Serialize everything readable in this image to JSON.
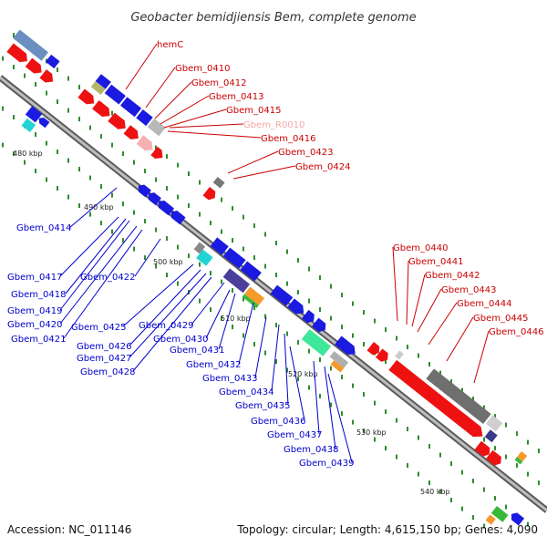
{
  "title": "Geobacter bemidjiensis Bem, complete genome",
  "colors": {
    "forward_label": "#cc0000",
    "reverse_label": "#0000cc",
    "rna_label": "#f4a6a6",
    "backbone": "#8c8c8c",
    "tick": "#2e8b2e",
    "forward_gene": "#ee1111",
    "reverse_gene": "#0a0aee"
  },
  "scale_labels": [
    "480 kbp",
    "490 kbp",
    "500 kbp",
    "510 kbp",
    "520 kbp",
    "530 kbp",
    "540 kbp"
  ],
  "forward_labels": [
    "hemC",
    "Gbem_0410",
    "Gbem_0412",
    "Gbem_0413",
    "Gbem_0415",
    "Gbem_R0010",
    "Gbem_0416",
    "Gbem_0423",
    "Gbem_0424",
    "Gbem_0440",
    "Gbem_0441",
    "Gbem_0442",
    "Gbem_0443",
    "Gbem_0444",
    "Gbem_0445",
    "Gbem_0446"
  ],
  "reverse_labels": [
    "Gbem_0414",
    "Gbem_0417",
    "Gbem_0418",
    "Gbem_0419",
    "Gbem_0420",
    "Gbem_0421",
    "Gbem_0422",
    "Gbem_0425",
    "Gbem_0426",
    "Gbem_0427",
    "Gbem_0428",
    "Gbem_0429",
    "Gbem_0430",
    "Gbem_0431",
    "Gbem_0432",
    "Gbem_0433",
    "Gbem_0434",
    "Gbem_0435",
    "Gbem_0436",
    "Gbem_0437",
    "Gbem_0438",
    "Gbem_0439"
  ],
  "footer": {
    "accession": "Accession: NC_011146",
    "summary": "Topology: circular; Length: 4,615,150 bp; Genes: 4,090"
  }
}
